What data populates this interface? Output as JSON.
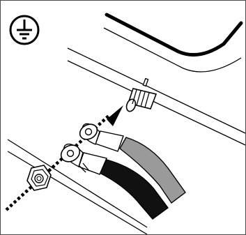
{
  "diagram": {
    "ground_symbol": "protective-earth-ground-symbol",
    "parts": [
      {
        "name": "grounding-stud",
        "icon": "threaded-stud-icon"
      },
      {
        "name": "ring-terminal-light",
        "icon": "ring-lug-icon"
      },
      {
        "name": "ring-terminal-dark",
        "icon": "ring-lug-icon"
      },
      {
        "name": "hex-nut",
        "icon": "hex-nut-icon"
      }
    ],
    "colors": {
      "line": "#000000",
      "dark_wire": "#111111",
      "light_wire": "#9a9a9a",
      "border": "#4a4a4a"
    }
  }
}
